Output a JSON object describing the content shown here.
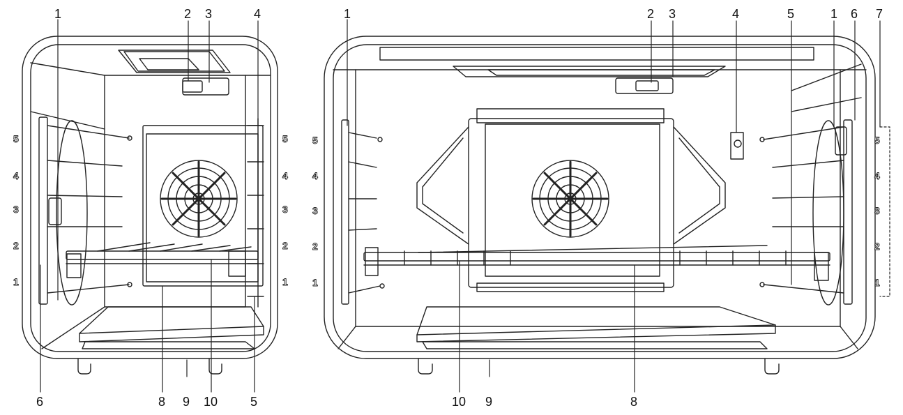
{
  "left_view": {
    "callouts_top": [
      "1",
      "2",
      "3",
      "4"
    ],
    "callouts_bottom": [
      "6",
      "8",
      "9",
      "10",
      "5"
    ],
    "shelf_levels": [
      "5",
      "4",
      "3",
      "2",
      "1"
    ]
  },
  "right_view": {
    "callouts_top": [
      "1",
      "2",
      "3",
      "4",
      "5",
      "1",
      "6",
      "7"
    ],
    "callouts_bottom": [
      "10",
      "9",
      "8"
    ],
    "shelf_levels": [
      "5",
      "4",
      "3",
      "2",
      "1"
    ]
  },
  "colors": {
    "line": "#222222",
    "background": "#ffffff"
  }
}
